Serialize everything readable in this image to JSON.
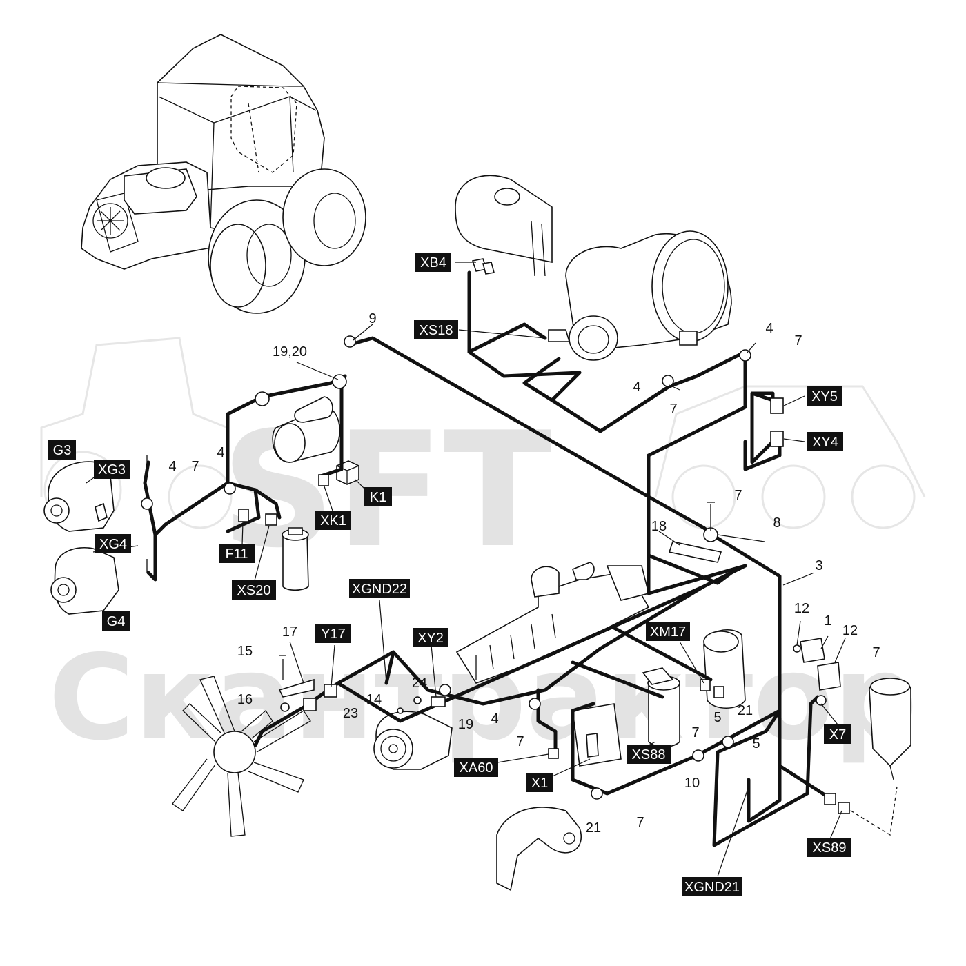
{
  "watermark": {
    "line1": "SFT",
    "line2": "Скантрактор"
  },
  "tags": [
    {
      "id": "XB4",
      "text": "XB4"
    },
    {
      "id": "XS18",
      "text": "XS18"
    },
    {
      "id": "XY5",
      "text": "XY5"
    },
    {
      "id": "XY4",
      "text": "XY4"
    },
    {
      "id": "G3",
      "text": "G3"
    },
    {
      "id": "XG3",
      "text": "XG3"
    },
    {
      "id": "XG4",
      "text": "XG4"
    },
    {
      "id": "G4",
      "text": "G4"
    },
    {
      "id": "K1",
      "text": "K1"
    },
    {
      "id": "XK1",
      "text": "XK1"
    },
    {
      "id": "F11",
      "text": "F11"
    },
    {
      "id": "XS20",
      "text": "XS20"
    },
    {
      "id": "XGND22",
      "text": "XGND22"
    },
    {
      "id": "Y17",
      "text": "Y17"
    },
    {
      "id": "XY2",
      "text": "XY2"
    },
    {
      "id": "XM17",
      "text": "XM17"
    },
    {
      "id": "XS88",
      "text": "XS88"
    },
    {
      "id": "XA60",
      "text": "XA60"
    },
    {
      "id": "X1",
      "text": "X1"
    },
    {
      "id": "X7",
      "text": "X7"
    },
    {
      "id": "XS89",
      "text": "XS89"
    },
    {
      "id": "XGND21",
      "text": "XGND21"
    }
  ],
  "callouts": [
    {
      "id": "c9",
      "text": "9"
    },
    {
      "id": "c1920",
      "text": "19,20"
    },
    {
      "id": "c4a",
      "text": "4"
    },
    {
      "id": "c7a",
      "text": "7"
    },
    {
      "id": "c4b",
      "text": "4"
    },
    {
      "id": "c7b",
      "text": "7"
    },
    {
      "id": "c4c",
      "text": "4"
    },
    {
      "id": "c7c",
      "text": "7"
    },
    {
      "id": "c4d",
      "text": "4"
    },
    {
      "id": "c7d",
      "text": "7"
    },
    {
      "id": "c8",
      "text": "8"
    },
    {
      "id": "c18",
      "text": "18"
    },
    {
      "id": "c3",
      "text": "3"
    },
    {
      "id": "c12a",
      "text": "12"
    },
    {
      "id": "c1",
      "text": "1"
    },
    {
      "id": "c12b",
      "text": "12"
    },
    {
      "id": "c7e",
      "text": "7"
    },
    {
      "id": "c17",
      "text": "17"
    },
    {
      "id": "c15",
      "text": "15"
    },
    {
      "id": "c16",
      "text": "16"
    },
    {
      "id": "c24",
      "text": "24"
    },
    {
      "id": "c14",
      "text": "14"
    },
    {
      "id": "c23",
      "text": "23"
    },
    {
      "id": "c19",
      "text": "19"
    },
    {
      "id": "c4e",
      "text": "4"
    },
    {
      "id": "c7f",
      "text": "7"
    },
    {
      "id": "c5a",
      "text": "5"
    },
    {
      "id": "c21a",
      "text": "21"
    },
    {
      "id": "c5b",
      "text": "5"
    },
    {
      "id": "c10",
      "text": "10"
    },
    {
      "id": "c21b",
      "text": "21"
    },
    {
      "id": "c7g",
      "text": "7"
    },
    {
      "id": "c7h",
      "text": "7"
    }
  ]
}
